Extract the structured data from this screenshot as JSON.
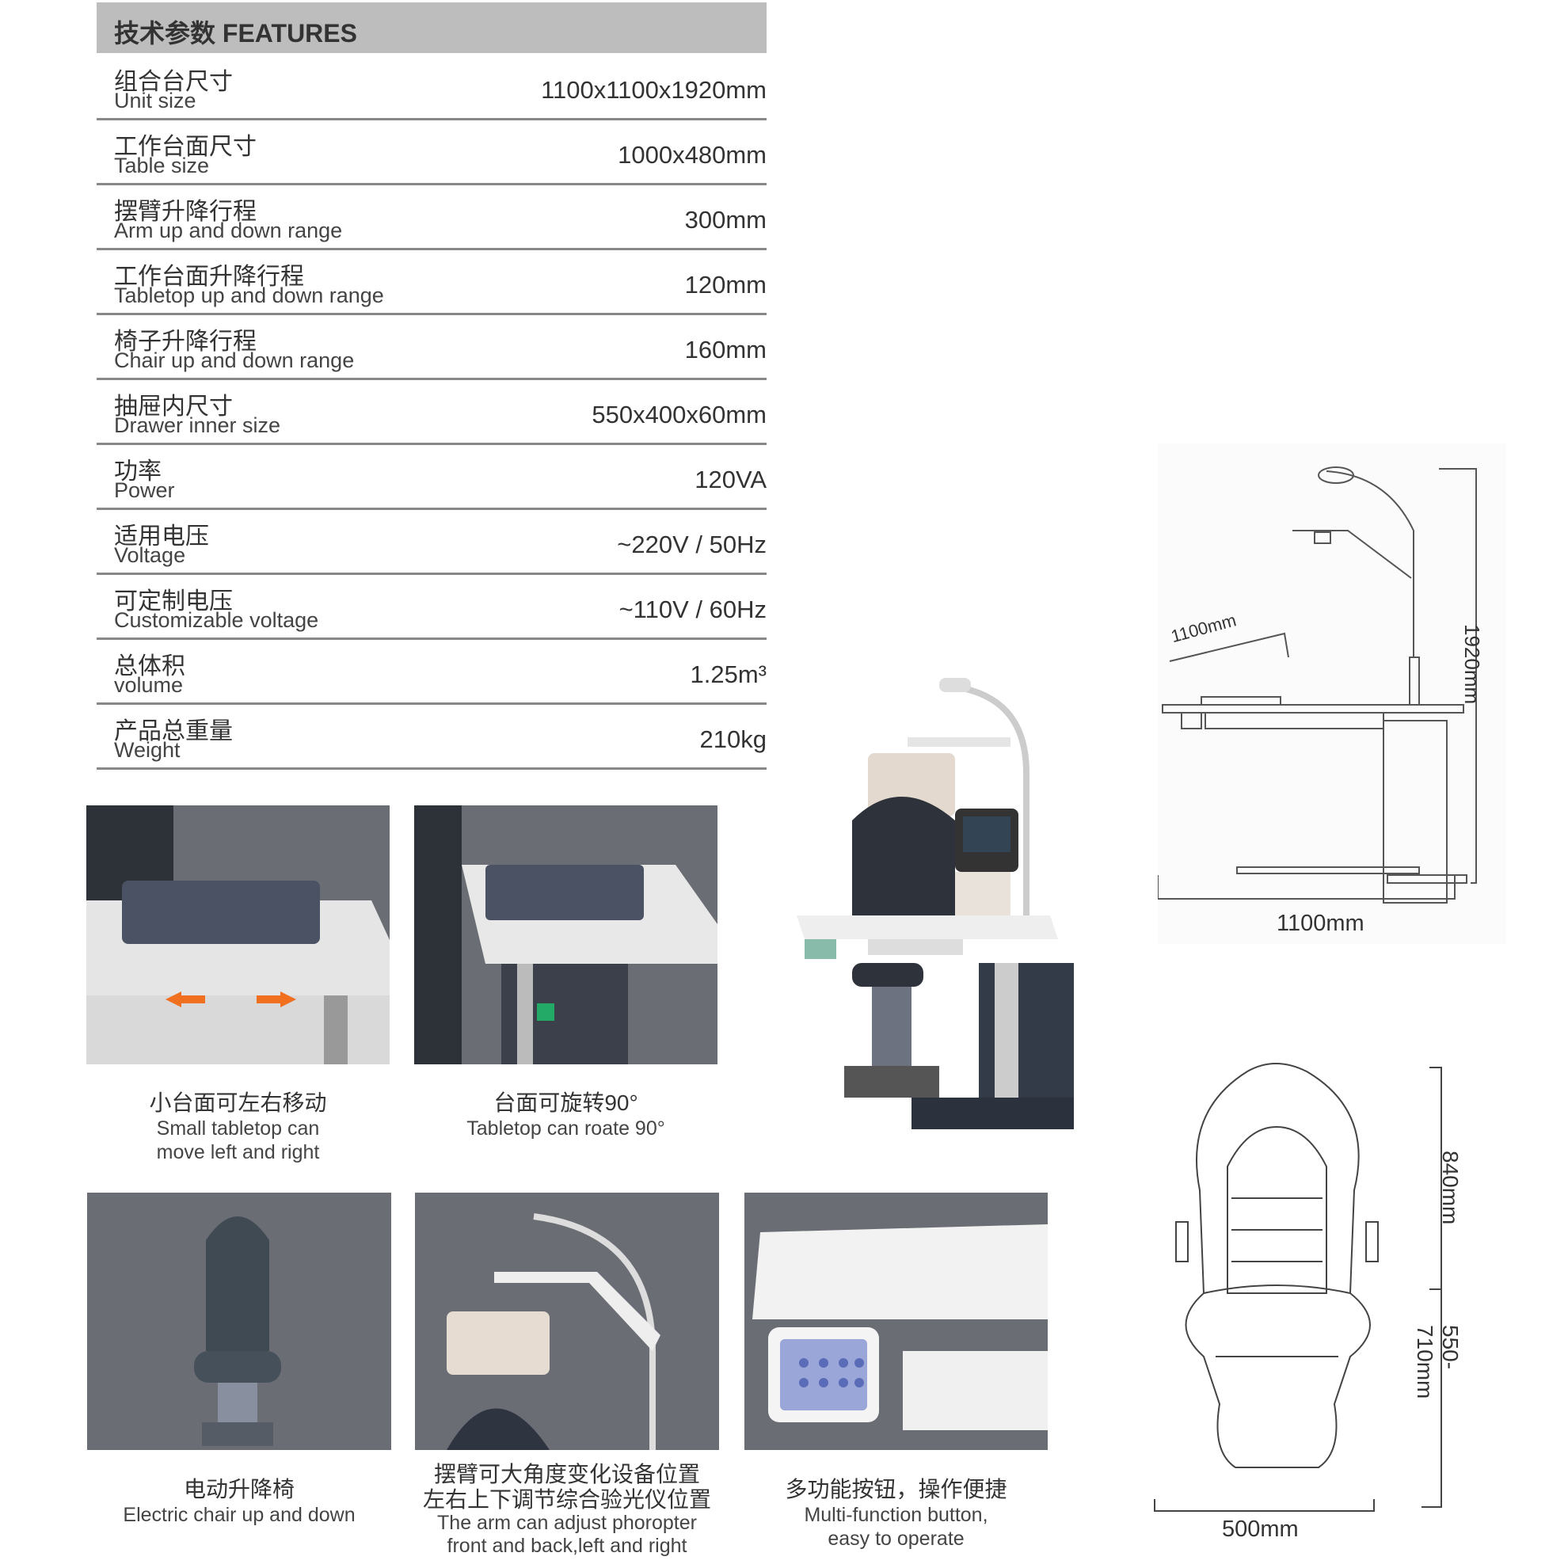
{
  "table": {
    "title": "技术参数 FEATURES",
    "rows": [
      {
        "zh": "组合台尺寸",
        "en": "Unit size",
        "value": "1100x1100x1920mm"
      },
      {
        "zh": "工作台面尺寸",
        "en": "Table size",
        "value": "1000x480mm"
      },
      {
        "zh": "摆臂升降行程",
        "en": "Arm up and down range",
        "value": "300mm"
      },
      {
        "zh": "工作台面升降行程",
        "en": "Tabletop up and down range",
        "value": "120mm"
      },
      {
        "zh": "椅子升降行程",
        "en": "Chair up and down range",
        "value": "160mm"
      },
      {
        "zh": "抽屉内尺寸",
        "en": "Drawer inner size",
        "value": "550x400x60mm"
      },
      {
        "zh": "功率",
        "en": "Power",
        "value": "120VA"
      },
      {
        "zh": "适用电压",
        "en": "Voltage",
        "value": "~220V / 50Hz"
      },
      {
        "zh": "可定制电压",
        "en": "Customizable voltage",
        "value": "~110V / 60Hz"
      },
      {
        "zh": "总体积",
        "en": "volume",
        "value": "1.25m³"
      },
      {
        "zh": "产品总重量",
        "en": "Weight",
        "value": "210kg"
      }
    ]
  },
  "features": [
    {
      "zh": "小台面可左右移动",
      "en1": "Small tabletop can",
      "en2": "move left and right"
    },
    {
      "zh": "台面可旋转90°",
      "en1": "Tabletop can roate 90°"
    },
    {
      "zh": "电动升降椅",
      "en1": "Electric chair up and down"
    },
    {
      "zh1": "摆臂可大角度变化设备位置",
      "zh2": "左右上下调节综合验光仪位置",
      "en1": "The arm can adjust phoropter",
      "en2": "front and back,left and right"
    },
    {
      "zh": "多功能按钮，操作便捷",
      "en1": "Multi-function button,",
      "en2": "easy to operate"
    }
  ],
  "diagrams": {
    "unit": {
      "depth": "1100mm",
      "width": "1100mm",
      "height": "1920mm"
    },
    "chair": {
      "back": "840mm",
      "seat": "550-710mm",
      "width": "500mm"
    }
  }
}
